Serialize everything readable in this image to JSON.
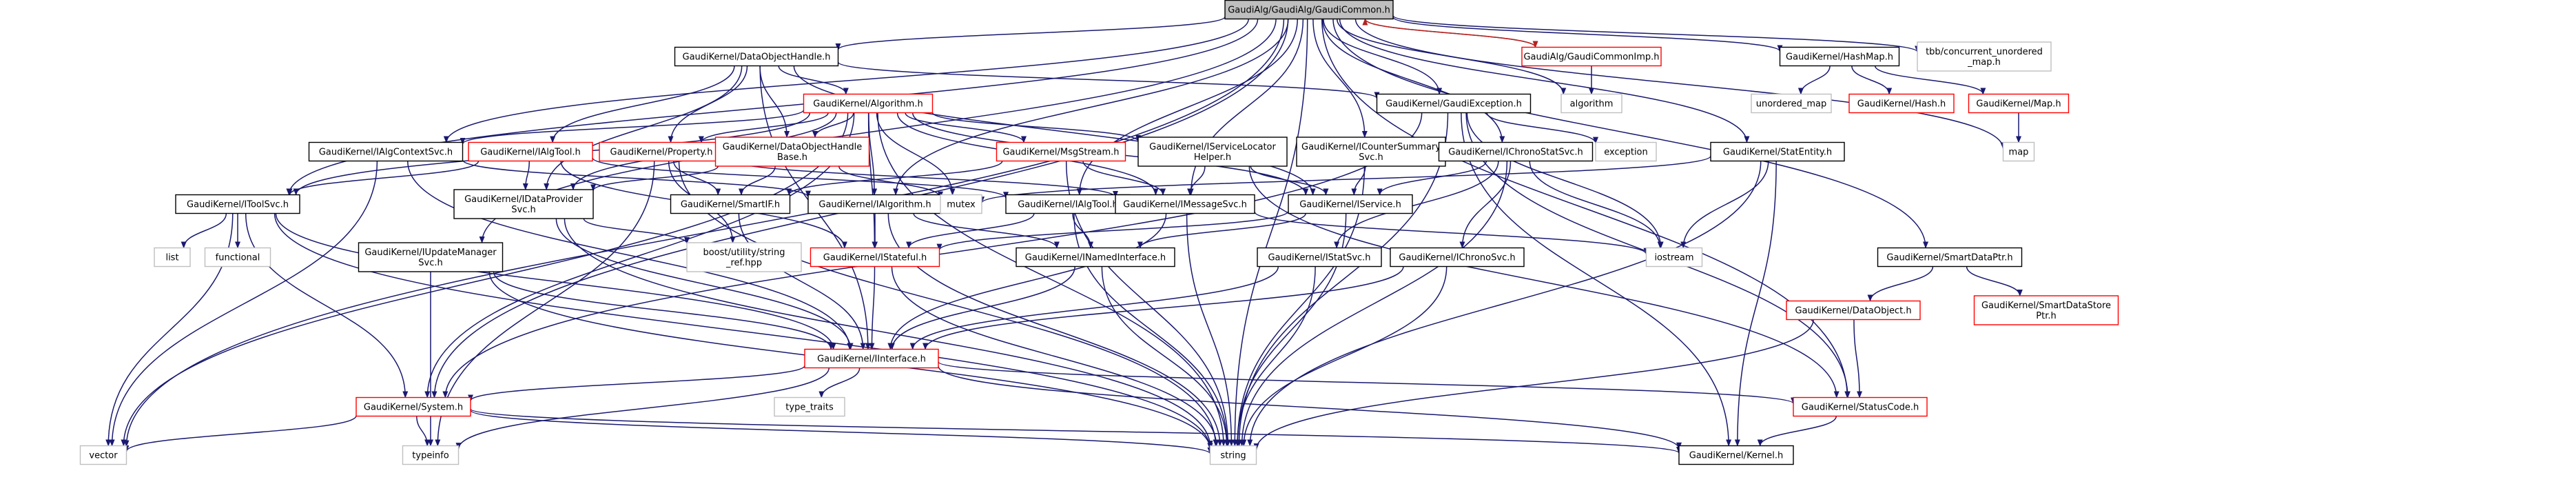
{
  "colors": {
    "edge": "#191970",
    "edge_internal": "#b22222",
    "node_border_normal": "#000000",
    "node_border_incomplete": "#ff0000",
    "node_border_external": "#bfbfbf",
    "node_fill_root": "#bfbfbf",
    "node_fill": "#ffffff",
    "text": "#000000"
  },
  "nodes": [
    {
      "id": "root",
      "kind": "root",
      "lines": [
        "GaudiAlg/GaudiAlg/GaudiCommon.h"
      ]
    },
    {
      "id": "dataobjecthandle",
      "kind": "normal",
      "lines": [
        "GaudiKernel/DataObjectHandle.h"
      ]
    },
    {
      "id": "gaudicommonimp",
      "kind": "incomplete",
      "lines": [
        "GaudiAlg/GaudiCommonImp.h"
      ]
    },
    {
      "id": "hashmap",
      "kind": "normal",
      "lines": [
        "GaudiKernel/HashMap.h"
      ]
    },
    {
      "id": "tbb_concurrent",
      "kind": "external",
      "lines": [
        "tbb/concurrent_unordered",
        "_map.h"
      ]
    },
    {
      "id": "algorithm_h",
      "kind": "incomplete",
      "lines": [
        "GaudiKernel/Algorithm.h"
      ]
    },
    {
      "id": "gaudiexception",
      "kind": "normal",
      "lines": [
        "GaudiKernel/GaudiException.h"
      ]
    },
    {
      "id": "algorithm_std",
      "kind": "external",
      "lines": [
        "algorithm"
      ]
    },
    {
      "id": "unordered_map",
      "kind": "external",
      "lines": [
        "unordered_map"
      ]
    },
    {
      "id": "hash_h",
      "kind": "incomplete",
      "lines": [
        "GaudiKernel/Hash.h"
      ]
    },
    {
      "id": "map_h",
      "kind": "incomplete",
      "lines": [
        "GaudiKernel/Map.h"
      ]
    },
    {
      "id": "ialgcontextsvc",
      "kind": "normal",
      "lines": [
        "GaudiKernel/IAlgContextSvc.h"
      ]
    },
    {
      "id": "ialgtool",
      "kind": "incomplete",
      "lines": [
        "GaudiKernel/IAlgTool.h"
      ]
    },
    {
      "id": "property_h",
      "kind": "incomplete",
      "lines": [
        "GaudiKernel/Property.h"
      ]
    },
    {
      "id": "dataobjecthandlebase",
      "kind": "incomplete",
      "lines": [
        "GaudiKernel/DataObjectHandle",
        "Base.h"
      ]
    },
    {
      "id": "msgstream",
      "kind": "incomplete",
      "lines": [
        "GaudiKernel/MsgStream.h"
      ]
    },
    {
      "id": "iservicelocator",
      "kind": "normal",
      "lines": [
        "GaudiKernel/IServiceLocator",
        "Helper.h"
      ]
    },
    {
      "id": "icountersummary",
      "kind": "normal",
      "lines": [
        "GaudiKernel/ICounterSummary",
        "Svc.h"
      ]
    },
    {
      "id": "ichronostatsvc",
      "kind": "normal",
      "lines": [
        "GaudiKernel/IChronoStatSvc.h"
      ]
    },
    {
      "id": "exception_std",
      "kind": "external",
      "lines": [
        "exception"
      ]
    },
    {
      "id": "statentity",
      "kind": "normal",
      "lines": [
        "GaudiKernel/StatEntity.h"
      ]
    },
    {
      "id": "map_std",
      "kind": "external",
      "lines": [
        "map"
      ]
    },
    {
      "id": "itoolsvc",
      "kind": "normal",
      "lines": [
        "GaudiKernel/IToolSvc.h"
      ]
    },
    {
      "id": "idataprovidersvc",
      "kind": "normal",
      "lines": [
        "GaudiKernel/IDataProvider",
        "Svc.h"
      ]
    },
    {
      "id": "smartif",
      "kind": "normal",
      "lines": [
        "GaudiKernel/SmartIF.h"
      ]
    },
    {
      "id": "ialgorithm",
      "kind": "normal",
      "lines": [
        "GaudiKernel/IAlgorithm.h"
      ]
    },
    {
      "id": "mutex",
      "kind": "external",
      "lines": [
        "mutex"
      ]
    },
    {
      "id": "ialgtool2",
      "kind": "normal",
      "lines": [
        "GaudiKernel/IAlgTool.h"
      ]
    },
    {
      "id": "imessagesvc",
      "kind": "normal",
      "lines": [
        "GaudiKernel/IMessageSvc.h"
      ]
    },
    {
      "id": "iservice",
      "kind": "normal",
      "lines": [
        "GaudiKernel/IService.h"
      ]
    },
    {
      "id": "list_std",
      "kind": "external",
      "lines": [
        "list"
      ]
    },
    {
      "id": "functional",
      "kind": "external",
      "lines": [
        "functional"
      ]
    },
    {
      "id": "iupdatemanager",
      "kind": "normal",
      "lines": [
        "GaudiKernel/IUpdateManager",
        "Svc.h"
      ]
    },
    {
      "id": "boost_string_ref",
      "kind": "external",
      "lines": [
        "boost/utility/string",
        "_ref.hpp"
      ]
    },
    {
      "id": "istateful",
      "kind": "incomplete",
      "lines": [
        "GaudiKernel/IStateful.h"
      ]
    },
    {
      "id": "inamedinterface",
      "kind": "normal",
      "lines": [
        "GaudiKernel/INamedInterface.h"
      ]
    },
    {
      "id": "istatsvc",
      "kind": "normal",
      "lines": [
        "GaudiKernel/IStatSvc.h"
      ]
    },
    {
      "id": "ichronosvc",
      "kind": "normal",
      "lines": [
        "GaudiKernel/IChronoSvc.h"
      ]
    },
    {
      "id": "iostream",
      "kind": "external",
      "lines": [
        "iostream"
      ]
    },
    {
      "id": "smartdataptr",
      "kind": "normal",
      "lines": [
        "GaudiKernel/SmartDataPtr.h"
      ]
    },
    {
      "id": "dataobject",
      "kind": "incomplete",
      "lines": [
        "GaudiKernel/DataObject.h"
      ]
    },
    {
      "id": "smartdatastoreptr",
      "kind": "incomplete",
      "lines": [
        "GaudiKernel/SmartDataStore",
        "Ptr.h"
      ]
    },
    {
      "id": "iinterface",
      "kind": "incomplete",
      "lines": [
        "GaudiKernel/IInterface.h"
      ]
    },
    {
      "id": "type_traits",
      "kind": "external",
      "lines": [
        "type_traits"
      ]
    },
    {
      "id": "system_h",
      "kind": "incomplete",
      "lines": [
        "GaudiKernel/System.h"
      ]
    },
    {
      "id": "statuscode",
      "kind": "incomplete",
      "lines": [
        "GaudiKernel/StatusCode.h"
      ]
    },
    {
      "id": "vector_std",
      "kind": "external",
      "lines": [
        "vector"
      ]
    },
    {
      "id": "typeinfo",
      "kind": "external",
      "lines": [
        "typeinfo"
      ]
    },
    {
      "id": "string_std",
      "kind": "external",
      "lines": [
        "string"
      ]
    },
    {
      "id": "kernel_h",
      "kind": "normal",
      "lines": [
        "GaudiKernel/Kernel.h"
      ]
    }
  ],
  "edges": [
    {
      "from": "root",
      "to": "dataobjecthandle"
    },
    {
      "from": "root",
      "to": "gaudicommonimp",
      "internal": true
    },
    {
      "from": "root",
      "to": "hashmap"
    },
    {
      "from": "root",
      "to": "tbb_concurrent"
    },
    {
      "from": "root",
      "to": "algorithm_std"
    },
    {
      "from": "root",
      "to": "gaudiexception"
    },
    {
      "from": "root",
      "to": "ialgcontextsvc"
    },
    {
      "from": "root",
      "to": "itoolsvc"
    },
    {
      "from": "root",
      "to": "ialgorithm"
    },
    {
      "from": "root",
      "to": "imessagesvc"
    },
    {
      "from": "root",
      "to": "ialgtool2"
    },
    {
      "from": "root",
      "to": "icountersummary"
    },
    {
      "from": "root",
      "to": "ichronostatsvc"
    },
    {
      "from": "root",
      "to": "statentity"
    },
    {
      "from": "root",
      "to": "smartdataptr"
    },
    {
      "from": "root",
      "to": "iupdatemanager"
    },
    {
      "from": "root",
      "to": "system_h"
    },
    {
      "from": "root",
      "to": "statuscode"
    },
    {
      "from": "root",
      "to": "map_std"
    },
    {
      "from": "root",
      "to": "vector_std"
    },
    {
      "from": "root",
      "to": "string_std"
    },
    {
      "from": "gaudicommonimp",
      "to": "root",
      "internal": true
    },
    {
      "from": "gaudicommonimp",
      "to": "algorithm_std"
    },
    {
      "from": "dataobjecthandle",
      "to": "algorithm_h"
    },
    {
      "from": "dataobjecthandle",
      "to": "gaudiexception"
    },
    {
      "from": "dataobjecthandle",
      "to": "ialgtool"
    },
    {
      "from": "dataobjecthandle",
      "to": "property_h"
    },
    {
      "from": "dataobjecthandle",
      "to": "dataobjecthandlebase"
    },
    {
      "from": "dataobjecthandle",
      "to": "idataprovidersvc"
    },
    {
      "from": "dataobjecthandle",
      "to": "iservice"
    },
    {
      "from": "dataobjecthandle",
      "to": "iinterface"
    },
    {
      "from": "hashmap",
      "to": "unordered_map"
    },
    {
      "from": "hashmap",
      "to": "hash_h"
    },
    {
      "from": "hashmap",
      "to": "map_h"
    },
    {
      "from": "map_h",
      "to": "map_std"
    },
    {
      "from": "algorithm_h",
      "to": "ialgcontextsvc"
    },
    {
      "from": "algorithm_h",
      "to": "property_h"
    },
    {
      "from": "algorithm_h",
      "to": "dataobjecthandlebase"
    },
    {
      "from": "algorithm_h",
      "to": "itoolsvc"
    },
    {
      "from": "algorithm_h",
      "to": "idataprovidersvc"
    },
    {
      "from": "algorithm_h",
      "to": "ialgorithm"
    },
    {
      "from": "algorithm_h",
      "to": "mutex"
    },
    {
      "from": "algorithm_h",
      "to": "imessagesvc"
    },
    {
      "from": "algorithm_h",
      "to": "iservice"
    },
    {
      "from": "algorithm_h",
      "to": "istateful"
    },
    {
      "from": "algorithm_h",
      "to": "msgstream"
    },
    {
      "from": "algorithm_h",
      "to": "iservicelocator"
    },
    {
      "from": "algorithm_h",
      "to": "string_std"
    },
    {
      "from": "algorithm_h",
      "to": "vector_std"
    },
    {
      "from": "algorithm_h",
      "to": "system_h"
    },
    {
      "from": "gaudiexception",
      "to": "exception_std"
    },
    {
      "from": "gaudiexception",
      "to": "iostream"
    },
    {
      "from": "gaudiexception",
      "to": "statuscode"
    },
    {
      "from": "gaudiexception",
      "to": "kernel_h"
    },
    {
      "from": "gaudiexception",
      "to": "string_std"
    },
    {
      "from": "gaudiexception",
      "to": "system_h"
    },
    {
      "from": "ialgcontextsvc",
      "to": "ialgorithm"
    },
    {
      "from": "ialgcontextsvc",
      "to": "iinterface"
    },
    {
      "from": "ialgcontextsvc",
      "to": "vector_std"
    },
    {
      "from": "ialgtool",
      "to": "idataprovidersvc"
    },
    {
      "from": "ialgtool",
      "to": "itoolsvc"
    },
    {
      "from": "ialgtool",
      "to": "istateful"
    },
    {
      "from": "ialgtool",
      "to": "ialgtool2"
    },
    {
      "from": "property_h",
      "to": "smartif"
    },
    {
      "from": "property_h",
      "to": "boost_string_ref"
    },
    {
      "from": "property_h",
      "to": "imessagesvc"
    },
    {
      "from": "property_h",
      "to": "string_std"
    },
    {
      "from": "property_h",
      "to": "typeinfo"
    },
    {
      "from": "dataobjecthandlebase",
      "to": "smartif"
    },
    {
      "from": "dataobjecthandlebase",
      "to": "mutex"
    },
    {
      "from": "dataobjecthandlebase",
      "to": "idataprovidersvc"
    },
    {
      "from": "msgstream",
      "to": "imessagesvc"
    },
    {
      "from": "msgstream",
      "to": "smartif"
    },
    {
      "from": "msgstream",
      "to": "string_std"
    },
    {
      "from": "iservicelocator",
      "to": "iservice"
    },
    {
      "from": "iservicelocator",
      "to": "imessagesvc"
    },
    {
      "from": "iservicelocator",
      "to": "statuscode"
    },
    {
      "from": "icountersummary",
      "to": "iservice"
    },
    {
      "from": "icountersummary",
      "to": "string_std"
    },
    {
      "from": "ichronostatsvc",
      "to": "iservice"
    },
    {
      "from": "ichronostatsvc",
      "to": "istatsvc"
    },
    {
      "from": "ichronostatsvc",
      "to": "ichronosvc"
    },
    {
      "from": "ichronostatsvc",
      "to": "iostream"
    },
    {
      "from": "ichronostatsvc",
      "to": "string_std"
    },
    {
      "from": "statentity",
      "to": "iostream"
    },
    {
      "from": "statentity",
      "to": "mutex"
    },
    {
      "from": "statentity",
      "to": "string_std"
    },
    {
      "from": "statentity",
      "to": "kernel_h"
    },
    {
      "from": "itoolsvc",
      "to": "list_std"
    },
    {
      "from": "itoolsvc",
      "to": "functional"
    },
    {
      "from": "itoolsvc",
      "to": "system_h"
    },
    {
      "from": "itoolsvc",
      "to": "iinterface"
    },
    {
      "from": "itoolsvc",
      "to": "string_std"
    },
    {
      "from": "itoolsvc",
      "to": "vector_std"
    },
    {
      "from": "idataprovidersvc",
      "to": "iinterface"
    },
    {
      "from": "idataprovidersvc",
      "to": "boost_string_ref"
    },
    {
      "from": "idataprovidersvc",
      "to": "string_std"
    },
    {
      "from": "smartif",
      "to": "iinterface"
    },
    {
      "from": "ialgorithm",
      "to": "istateful"
    },
    {
      "from": "ialgorithm",
      "to": "inamedinterface"
    },
    {
      "from": "ialgorithm",
      "to": "string_std"
    },
    {
      "from": "ialgtool2",
      "to": "istateful"
    },
    {
      "from": "ialgtool2",
      "to": "inamedinterface"
    },
    {
      "from": "ialgtool2",
      "to": "string_std"
    },
    {
      "from": "imessagesvc",
      "to": "iinterface"
    },
    {
      "from": "imessagesvc",
      "to": "iostream"
    },
    {
      "from": "imessagesvc",
      "to": "string_std"
    },
    {
      "from": "iservice",
      "to": "istateful"
    },
    {
      "from": "iservice",
      "to": "inamedinterface"
    },
    {
      "from": "iservice",
      "to": "string_std"
    },
    {
      "from": "iupdatemanager",
      "to": "iinterface"
    },
    {
      "from": "iupdatemanager",
      "to": "string_std"
    },
    {
      "from": "iupdatemanager",
      "to": "typeinfo"
    },
    {
      "from": "istateful",
      "to": "iinterface"
    },
    {
      "from": "istateful",
      "to": "string_std"
    },
    {
      "from": "inamedinterface",
      "to": "iinterface"
    },
    {
      "from": "inamedinterface",
      "to": "string_std"
    },
    {
      "from": "istatsvc",
      "to": "iinterface"
    },
    {
      "from": "istatsvc",
      "to": "string_std"
    },
    {
      "from": "ichronosvc",
      "to": "iinterface"
    },
    {
      "from": "ichronosvc",
      "to": "string_std"
    },
    {
      "from": "smartdataptr",
      "to": "dataobject"
    },
    {
      "from": "smartdataptr",
      "to": "smartdatastoreptr"
    },
    {
      "from": "dataobject",
      "to": "statuscode"
    },
    {
      "from": "dataobject",
      "to": "string_std"
    },
    {
      "from": "iinterface",
      "to": "system_h"
    },
    {
      "from": "iinterface",
      "to": "type_traits"
    },
    {
      "from": "iinterface",
      "to": "statuscode"
    },
    {
      "from": "iinterface",
      "to": "kernel_h"
    },
    {
      "from": "iinterface",
      "to": "typeinfo"
    },
    {
      "from": "system_h",
      "to": "vector_std"
    },
    {
      "from": "system_h",
      "to": "typeinfo"
    },
    {
      "from": "system_h",
      "to": "string_std"
    },
    {
      "from": "system_h",
      "to": "kernel_h"
    },
    {
      "from": "statuscode",
      "to": "kernel_h"
    }
  ]
}
